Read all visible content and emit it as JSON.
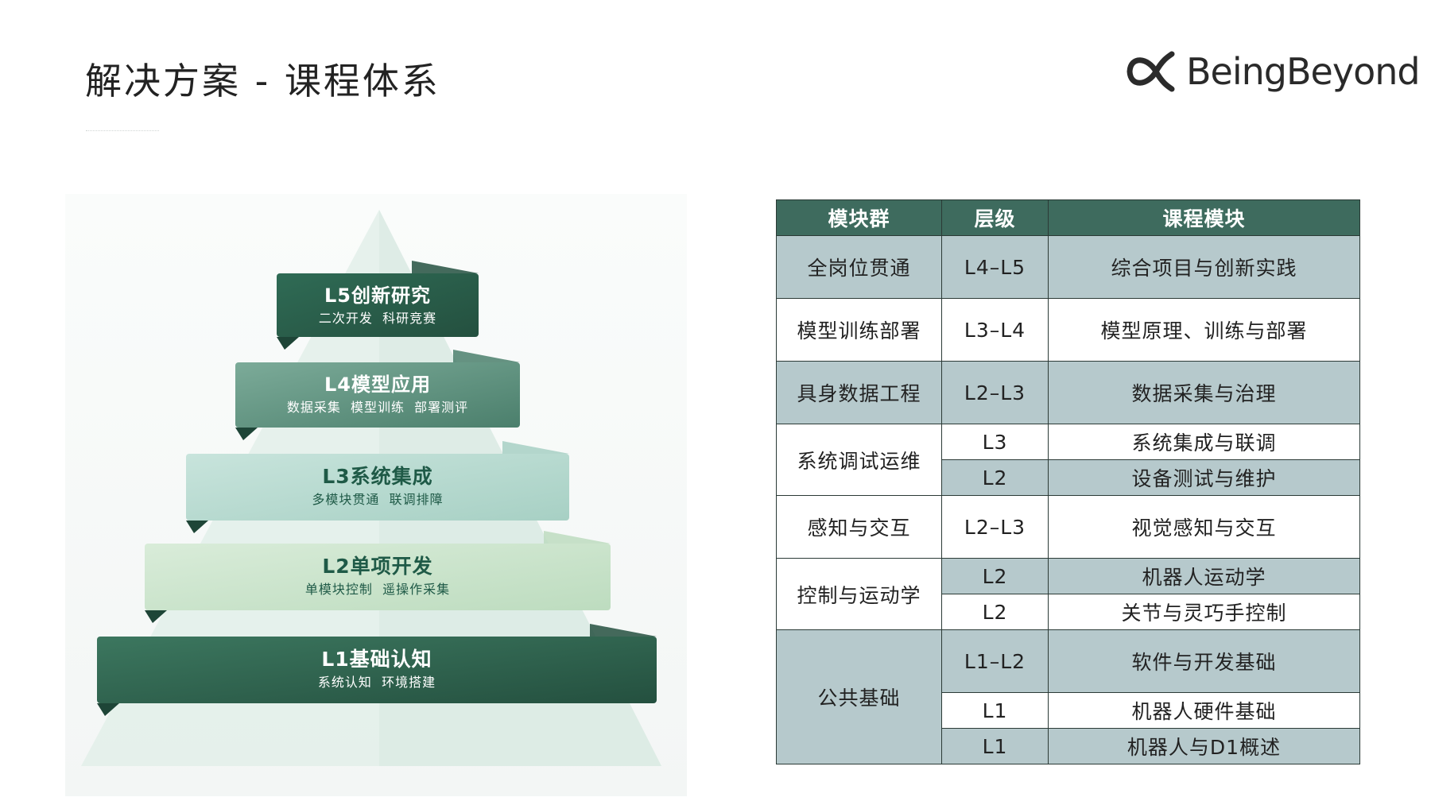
{
  "header": {
    "title": "解决方案 - 课程体系",
    "brand": "BeingBeyond",
    "logo_icon": "infinity-alpha-logo-icon"
  },
  "pyramid": {
    "levels": [
      {
        "id": "l5",
        "title": "L5创新研究",
        "subtitle": "二次开发  科研竞赛",
        "color_from": "#2f6b55",
        "color_to": "#24503f",
        "text_color": "#ffffff"
      },
      {
        "id": "l4",
        "title": "L4模型应用",
        "subtitle": "数据采集  模型训练  部署测评",
        "color_from": "#7cab99",
        "color_to": "#4b7f6c",
        "text_color": "#ffffff"
      },
      {
        "id": "l3",
        "title": "L3系统集成",
        "subtitle": "多模块贯通  联调排障",
        "color_from": "#c8e4dc",
        "color_to": "#a7d0c4",
        "text_color": "#1f5a47"
      },
      {
        "id": "l2",
        "title": "L2单项开发",
        "subtitle": "单模块控制  遥操作采集",
        "color_from": "#d9ecd9",
        "color_to": "#bddcbf",
        "text_color": "#1f5a47"
      },
      {
        "id": "l1",
        "title": "L1基础认知",
        "subtitle": "系统认知  环境搭建",
        "color_from": "#3c775f",
        "color_to": "#24503f",
        "text_color": "#ffffff"
      }
    ]
  },
  "table": {
    "headers": [
      "模块群",
      "层级",
      "课程模块"
    ],
    "groups": [
      {
        "name": "全岗位贯通",
        "rows": [
          {
            "level": "L4–L5",
            "module": "综合项目与创新实践"
          }
        ]
      },
      {
        "name": "模型训练部署",
        "rows": [
          {
            "level": "L3–L4",
            "module": "模型原理、训练与部署"
          }
        ]
      },
      {
        "name": "具身数据工程",
        "rows": [
          {
            "level": "L2–L3",
            "module": "数据采集与治理"
          }
        ]
      },
      {
        "name": "系统调试运维",
        "rows": [
          {
            "level": "L3",
            "module": "系统集成与联调"
          },
          {
            "level": "L2",
            "module": "设备测试与维护"
          }
        ]
      },
      {
        "name": "感知与交互",
        "rows": [
          {
            "level": "L2–L3",
            "module": "视觉感知与交互"
          }
        ]
      },
      {
        "name": "控制与运动学",
        "rows": [
          {
            "level": "L2",
            "module": "机器人运动学"
          },
          {
            "level": "L2",
            "module": "关节与灵巧手控制"
          }
        ]
      },
      {
        "name": "公共基础",
        "rows": [
          {
            "level": "L1–L2",
            "module": "软件与开发基础"
          },
          {
            "level": "L1",
            "module": "机器人硬件基础"
          },
          {
            "level": "L1",
            "module": "机器人与D1概述"
          }
        ]
      }
    ],
    "colors": {
      "header_bg": "#3e6b5e",
      "shaded_bg": "#b6c9cc",
      "plain_bg": "#ffffff"
    }
  }
}
